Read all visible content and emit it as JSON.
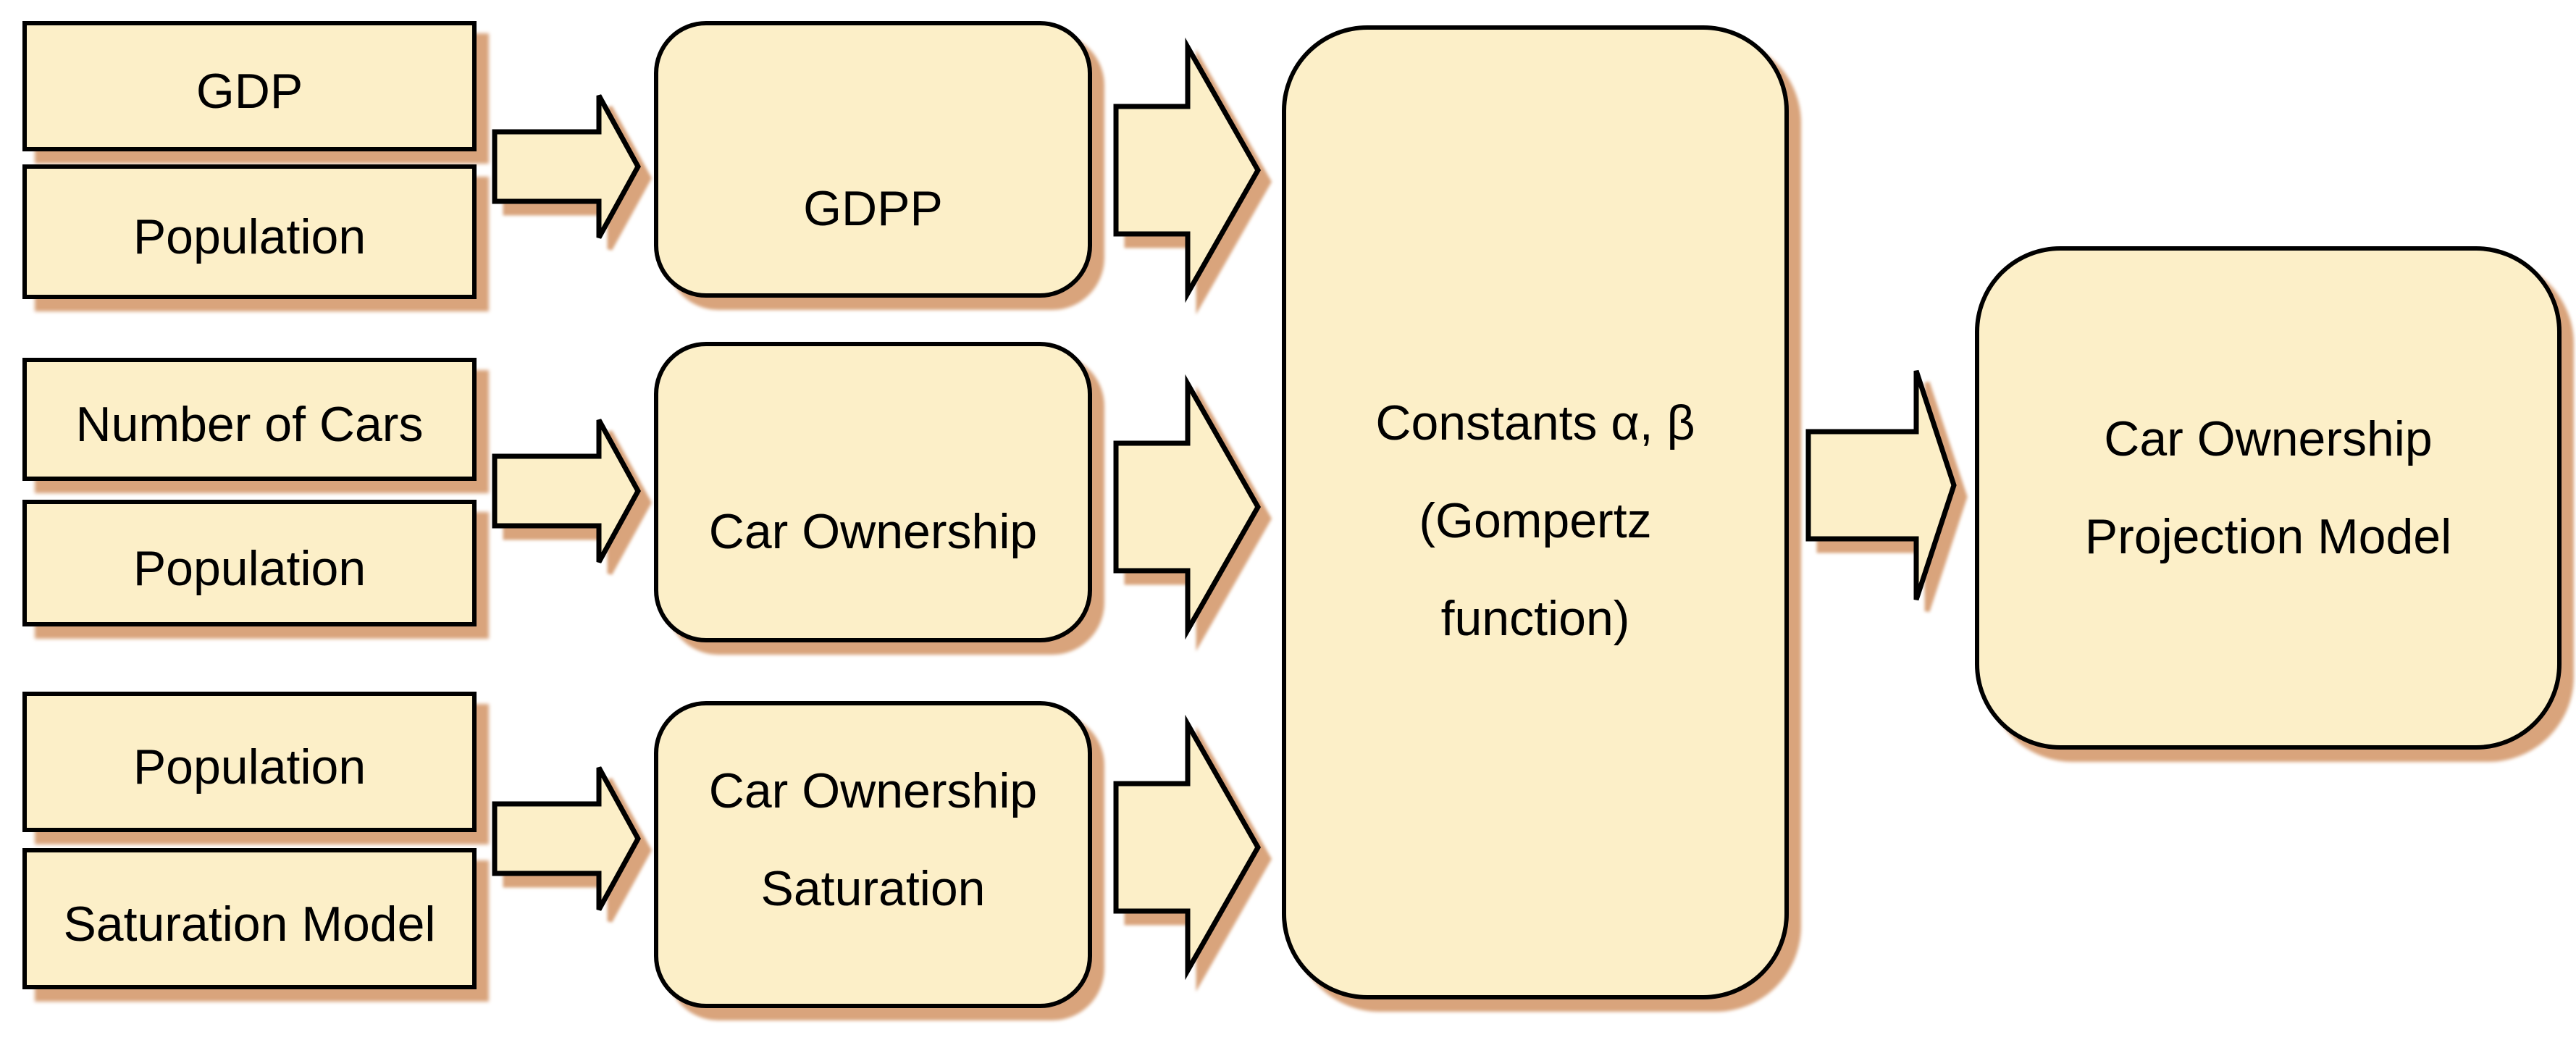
{
  "palette": {
    "background": "#FFFFFF",
    "box_fill": "#FCEFC8",
    "box_border": "#000000",
    "shadow": "#D9A47C",
    "text": "#000000"
  },
  "nodes": {
    "gdp": {
      "label": "GDP"
    },
    "population_1": {
      "label": "Population"
    },
    "number_of_cars": {
      "label": "Number of Cars"
    },
    "population_2": {
      "label": "Population"
    },
    "population_3": {
      "label": "Population"
    },
    "saturation_model": {
      "label": "Saturation Model"
    },
    "gdpp": {
      "label": "GDPP"
    },
    "car_ownership": {
      "label": "Car Ownership"
    },
    "car_ownership_saturation": {
      "line1": "Car Ownership",
      "line2": "Saturation"
    },
    "constants": {
      "line1": "Constants α, β",
      "line2": "(Gompertz",
      "line3": "function)"
    },
    "projection_model": {
      "line1": "Car Ownership",
      "line2": "Projection Model"
    }
  }
}
